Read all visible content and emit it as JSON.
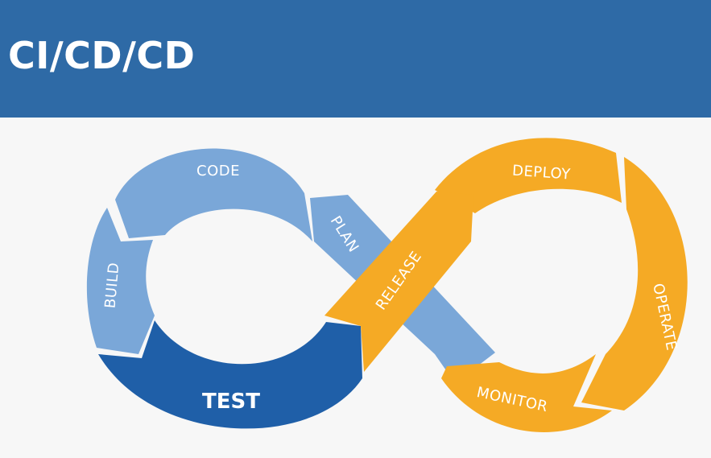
{
  "header": {
    "title": "CI/CD/CD"
  },
  "colors": {
    "header_bg": "#2e6aa6",
    "ci_light": "#7aa7d8",
    "ci_dark": "#1f5fa8",
    "cd_orange": "#f5aa25"
  },
  "stages": {
    "code": "CODE",
    "plan": "PLAN",
    "build": "BUILD",
    "test": "TEST",
    "release": "RELEASE",
    "deploy": "DEPLOY",
    "operate": "OPERATE",
    "monitor": "MONITOR"
  }
}
